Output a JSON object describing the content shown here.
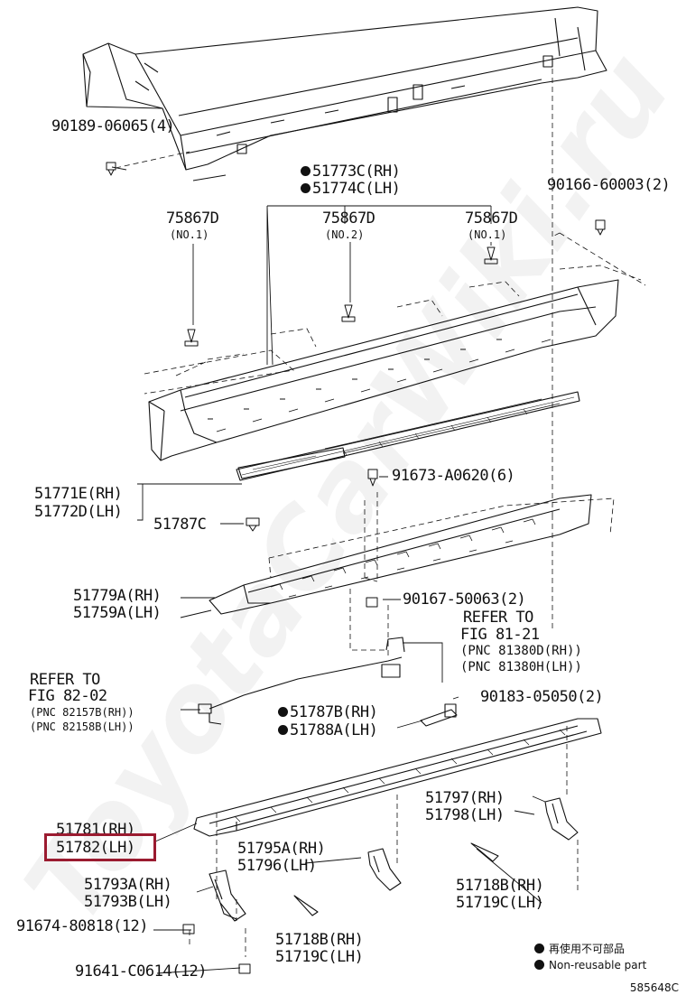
{
  "watermark": "ToyotaCarWiki.ru",
  "labels": {
    "bolt_top": "90189-06065(4)",
    "bracket_right": "90166-60003(2)",
    "garnish_rh": "51773C(RH)",
    "garnish_lh": "51774C(LH)",
    "clip1": "75867D",
    "clip1_no": "(NO.1)",
    "clip2": "75867D",
    "clip2_no": "(NO.2)",
    "clip3": "75867D",
    "clip3_no": "(NO.1)",
    "step_rh": "51771E(RH)",
    "step_lh": "51772D(LH)",
    "clip_51787c": "51787C",
    "screw_91673": "91673-A0620(6)",
    "support_rh": "51779A(RH)",
    "support_lh": "51759A(LH)",
    "bolt_90167": "90167-50063(2)",
    "refer_fig81_title": "REFER TO",
    "refer_fig81_fig": "FIG 81-21",
    "refer_fig81_pnc1": "(PNC 81380D(RH))",
    "refer_fig81_pnc2": "(PNC 81380H(LH))",
    "refer_fig82_title": "REFER TO",
    "refer_fig82_fig": "FIG 82-02",
    "refer_fig82_pnc1": "(PNC 82157B(RH))",
    "refer_fig82_pnc2": "(PNC 82158B(LH))",
    "nut_90183": "90183-05050(2)",
    "bracket_51787b": "51787B(RH)",
    "bracket_51788a": "51788A(LH)",
    "rail_rh": "51781(RH)",
    "rail_lh": "51782(LH)",
    "stay_51797": "51797(RH)",
    "stay_51798": "51798(LH)",
    "stay_51795a": "51795A(RH)",
    "stay_51796": "51796(LH)",
    "stay_51793a": "51793A(RH)",
    "stay_51793b": "51793B(LH)",
    "pad_51718b_right": "51718B(RH)",
    "pad_51719c_right": "51719C(LH)",
    "pad_51718b_center": "51718B(RH)",
    "pad_51719c_center": "51719C(LH)",
    "bolt_91674": "91674-80818(12)",
    "bolt_91641": "91641-C0614(12)"
  },
  "legend": {
    "jp": "再使用不可部品",
    "en": "Non-reusable part"
  },
  "diagram_code": "585648C",
  "colors": {
    "highlight": "#9b1b30",
    "ink": "#111111"
  }
}
